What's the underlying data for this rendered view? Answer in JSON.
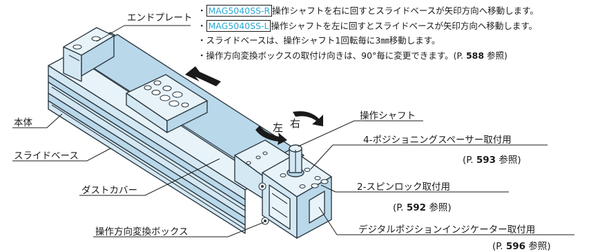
{
  "notes": [
    {
      "bullet": "・",
      "model": "MAG5040SS-R",
      "text": "操作シャフトを右に回すとスライドベースが矢印方向へ移動します。"
    },
    {
      "bullet": "・",
      "model": "MAG5040SS-L",
      "text": "操作シャフトを左に回すとスライドベースが矢印方向へ移動します。"
    },
    {
      "bullet": "・",
      "text": "スライドベースは、操作シャフト1回転毎に3㎜移動します。"
    },
    {
      "bullet": "・",
      "text": "操作方向変換ボックスの取付け向きは、90°毎に変更できます。",
      "ref": {
        "open": "(P. ",
        "page": "588",
        "close": " 参照)"
      }
    }
  ],
  "labels": {
    "end_plate": "エンドプレート",
    "body": "本体",
    "slide_base": "スライドベース",
    "dust_cover": "ダストカバー",
    "direction_box": "操作方向変換ボックス",
    "shaft": "操作シャフト",
    "left": "左",
    "right": "右",
    "spacer": "4-ポジショニングスペーサー取付用",
    "spin_lock": "2-スピンロック取付用",
    "indicator": "デジタルポジションインジケーター取付用"
  },
  "refs": {
    "spacer": {
      "open": "(P. ",
      "page": "593",
      "close": " 参照)"
    },
    "spin_lock": {
      "open": "(P. ",
      "page": "592",
      "close": " 参照)"
    },
    "indicator": {
      "open": "(P. ",
      "page": "596",
      "close": " 参照)"
    }
  },
  "colors": {
    "body": "#d4e8f3",
    "edge": "#2f3b44",
    "accent": "#2aa8d4",
    "hole": "#ffffff"
  }
}
